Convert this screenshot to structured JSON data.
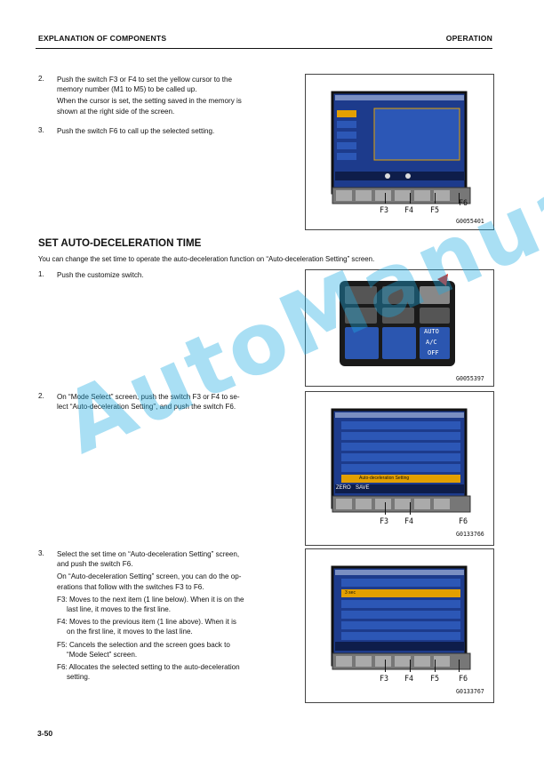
{
  "header": {
    "left": "EXPLANATION OF COMPONENTS",
    "right": "OPERATION"
  },
  "steps_a": [
    {
      "num": "2.",
      "lines": [
        "Push the switch F3 or F4 to set the yellow cursor to the",
        "memory number (M1 to M5) to be called up.",
        "When the cursor is set, the setting saved in the memory is",
        "shown at the right side of the screen."
      ]
    },
    {
      "num": "3.",
      "lines": [
        "Push the switch F6 to call up the selected setting."
      ]
    }
  ],
  "section": {
    "title": "SET AUTO-DECELERATION TIME",
    "intro": "You can change the set time to operate the auto-deceleration function on “Auto-deceleration Setting” screen."
  },
  "steps_b": [
    {
      "num": "1.",
      "lines": [
        "Push the customize switch."
      ]
    },
    {
      "num": "2.",
      "lines": [
        "On “Mode Select” screen, push the switch F3 or F4 to se-",
        "lect “Auto-deceleration Setting”, and push the switch F6."
      ]
    },
    {
      "num": "3.",
      "lines": [
        "Select the set time on “Auto-deceleration Setting” screen,",
        "and push the switch F6.",
        "On “Auto-deceleration Setting” screen, you can do the op-",
        "erations that follow with the switches F3 to F6.",
        "F3: Moves to the next item (1 line below). When it is on the",
        "last line, it moves to the first line.",
        "F4: Moves to the previous item (1 line above). When it is",
        "on the first line, it moves to the last line.",
        "F5: Cancels the selection and the screen goes back to",
        "“Mode Select” screen.",
        "F6: Allocates the selected setting to the auto-deceleration",
        "setting."
      ]
    }
  ],
  "figures": {
    "fig1": {
      "code": "G0055401",
      "labels": [
        "F3",
        "F4",
        "F5",
        "F6"
      ]
    },
    "fig2": {
      "code": "G0055397",
      "panel": {
        "auto": "AUTO",
        "ac": "A/C",
        "off": "OFF"
      }
    },
    "fig3": {
      "code": "G0133766",
      "labels": [
        "F3",
        "F4",
        "F6"
      ],
      "menu_row": "Auto-deceleration Setting",
      "bar": [
        "ZERO",
        "SAVE"
      ]
    },
    "fig4": {
      "code": "G0133767",
      "labels": [
        "F3",
        "F4",
        "F5",
        "F6"
      ],
      "selected_row": "3 sec"
    }
  },
  "watermark": "AutoManual",
  "footer": {
    "page": "3-50"
  }
}
